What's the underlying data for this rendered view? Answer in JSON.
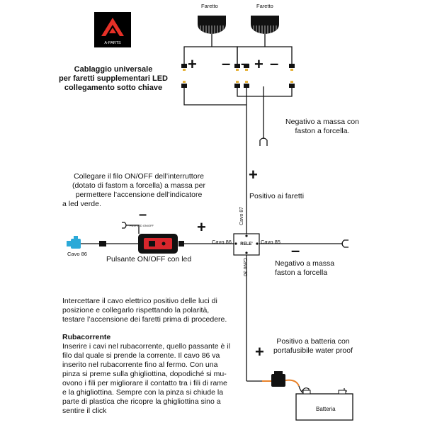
{
  "brand": {
    "logo_text": "A-PARTS",
    "accent": "#e63027"
  },
  "title": {
    "line1": "Cablaggio universale",
    "line2": "per faretti supplementari LED",
    "line3": "collegamento sotto chiave"
  },
  "lights": {
    "left_label": "Faretto",
    "right_label": "Faretto"
  },
  "signs": {
    "plus": "+",
    "minus": "–"
  },
  "notes": {
    "neg_top_line1": "Negativo a massa con",
    "neg_top_line2": "faston a forcella.",
    "positivo_faretti": "Positivo ai faretti",
    "switch_line1": "Collegare il filo ON/OFF dell’interruttore",
    "switch_line2": "(dotato di fastom a forcella) a massa per",
    "switch_line3": "permettere l’accensione dell’indicatore",
    "switch_line4": "a led verde.",
    "neg_right_line1": "Negativo a massa",
    "neg_right_line2": "faston a forcella",
    "pulsante": "Pulsante ON/OFF con led",
    "intercept_line1": "Intercettare il cavo elettrico positivo delle luci di",
    "intercept_line2": "posizione e collegarlo rispettando  la polarità,",
    "intercept_line3": "testare l’accensione dei faretti prima di procedere.",
    "battery_pos_line1": "Positivo a batteria con",
    "battery_pos_line2": "portafusibile water proof"
  },
  "cables": {
    "cavo86_left": "Cavo 86",
    "cavo86_relay": "Cavo 86",
    "cavo87": "Cavo 87",
    "cavo85": "Cavo 85",
    "cavo30": "Cavo 30",
    "relay": "RELE'",
    "switch_tag": "FILO LED ON/OFF"
  },
  "rubacorrente": {
    "heading": "Rubacorrente",
    "lines": [
      "Inserire i cavi nel rubacorrente, quello passante è il",
      "filo dal quale si prende la corrente. Il cavo 86 va",
      "inserito nel rubacorrente fino al fermo. Con una",
      "pinza si preme sulla ghigliottina, dopodiché si mu-",
      "ovono i fili per migliorare il contatto tra i fili di rame",
      "e la ghigliottina. Sempre con la pinza si chiude la",
      "parte di plastica che ricopre la ghigliottina sino a",
      "sentire il click"
    ]
  },
  "battery": {
    "label": "Batteria"
  },
  "colors": {
    "wire": "#111111",
    "fuse_wire": "#e8822a",
    "connector_blue": "#2ba9d8",
    "switch_red": "#d8262c"
  }
}
